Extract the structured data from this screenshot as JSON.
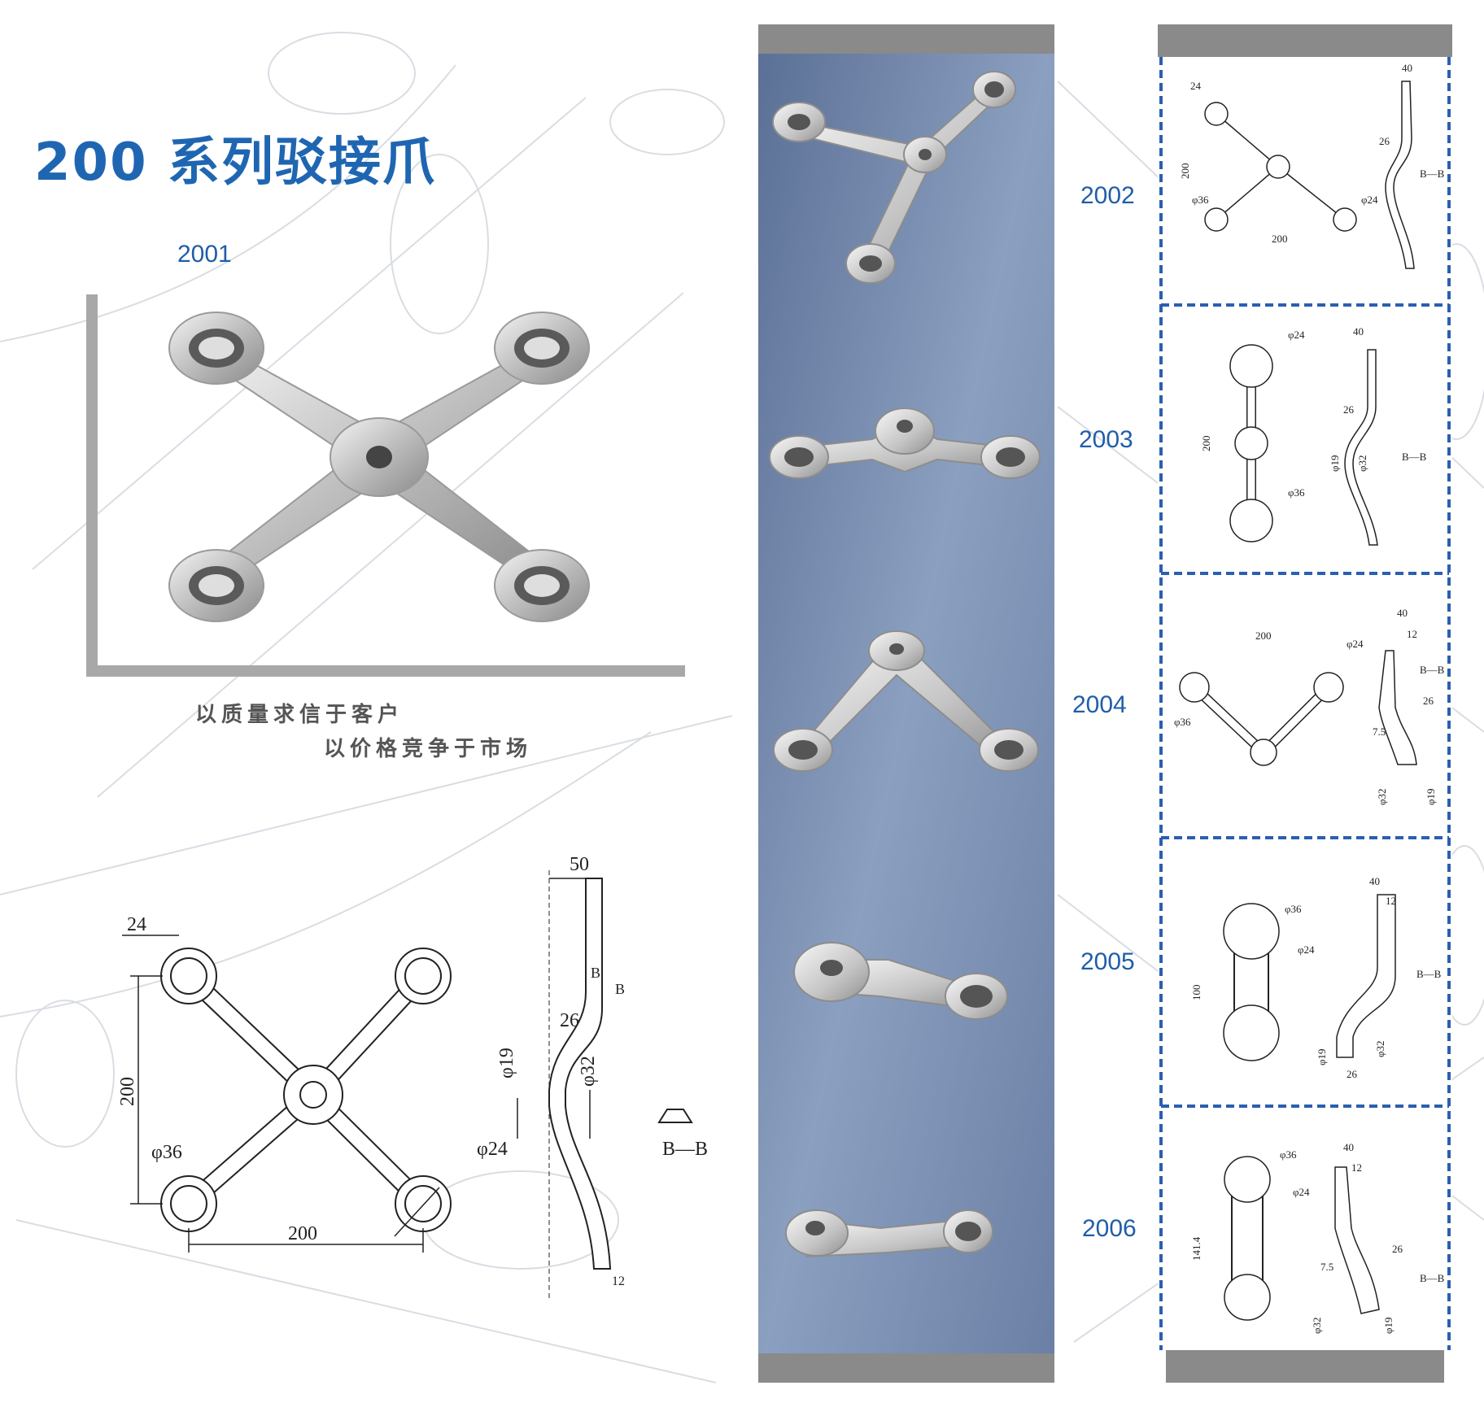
{
  "title": "200 系列驳接爪",
  "slogan": {
    "line1": "以质量求信于客户",
    "line2": "以价格竞争于市场"
  },
  "models": {
    "m2001": "2001",
    "m2002": "2002",
    "m2003": "2003",
    "m2004": "2004",
    "m2005": "2005",
    "m2006": "2006"
  },
  "main_drawing": {
    "d24": "24",
    "d200v": "200",
    "d200h": "200",
    "phi36": "φ36",
    "phi24": "φ24",
    "d50": "50",
    "d26": "26",
    "phi19": "φ19",
    "phi32": "φ32",
    "d12": "12",
    "bb": "B—B",
    "b": "B"
  },
  "small_drawings": {
    "s2002": {
      "d24": "24",
      "d40": "40",
      "d200v": "200",
      "d200h": "200",
      "phi36": "φ36",
      "phi24": "φ24",
      "d26": "26",
      "bb": "B—B"
    },
    "s2003": {
      "phi24": "φ24",
      "d40": "40",
      "d200": "200",
      "phi36": "φ36",
      "d26": "26",
      "phi19": "φ19",
      "phi32": "φ32",
      "bb": "B—B"
    },
    "s2004": {
      "d200": "200",
      "d40": "40",
      "d12": "12",
      "phi24": "φ24",
      "phi36": "φ36",
      "d26": "26",
      "d75": "7.5",
      "phi32": "φ32",
      "phi19": "φ19",
      "bb": "B—B"
    },
    "s2005": {
      "d40": "40",
      "d12": "12",
      "phi36": "φ36",
      "phi24": "φ24",
      "d100": "100",
      "phi19": "φ19",
      "phi32": "φ32",
      "d26": "26",
      "bb": "B—B"
    },
    "s2006": {
      "d40": "40",
      "d12": "12",
      "phi36": "φ36",
      "phi24": "φ24",
      "d1414": "141.4",
      "d26": "26",
      "d75": "7.5",
      "phi32": "φ32",
      "phi19": "φ19",
      "bb": "B—B"
    }
  },
  "colors": {
    "title": "#1f66b2",
    "code": "#1f5ea8",
    "panel_blue": "#6f86a8",
    "panel_bar": "#8a8a8a",
    "dash_blue": "#2b5fb0"
  }
}
